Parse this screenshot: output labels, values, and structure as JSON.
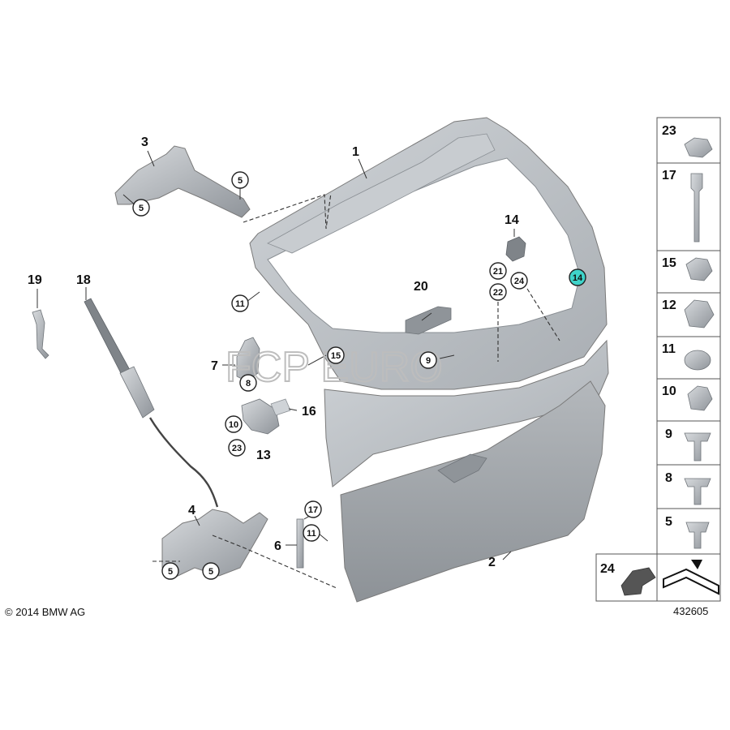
{
  "diagram": {
    "watermark": "FCP EURO",
    "copyright": "© 2014 BMW AG",
    "diagram_number": "432605",
    "labels": [
      "1",
      "2",
      "3",
      "4",
      "6",
      "7",
      "13",
      "14",
      "16",
      "18",
      "19",
      "20"
    ],
    "callouts": [
      "5",
      "5",
      "5",
      "5",
      "11",
      "11",
      "15",
      "8",
      "10",
      "23",
      "9",
      "21",
      "22",
      "24",
      "17",
      "14"
    ],
    "legend": [
      "23",
      "17",
      "15",
      "12",
      "11",
      "10",
      "9",
      "8",
      "5",
      "24"
    ],
    "colors": {
      "frame": "#b9bec4",
      "panel": "#9ea3a8",
      "trim": "#a7abb0",
      "highlight": "#3fd3c9"
    }
  }
}
